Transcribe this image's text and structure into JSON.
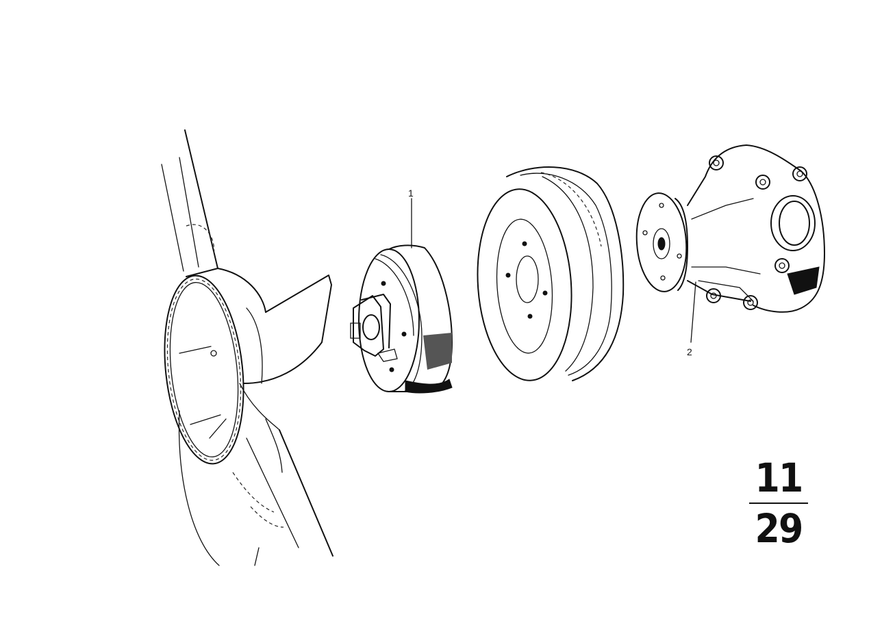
{
  "diagram": {
    "callouts": [
      {
        "number": "1",
        "part": "viscous-fan-clutch"
      },
      {
        "number": "2",
        "part": "water-pump"
      }
    ],
    "page_reference": {
      "group": "11",
      "page": "29"
    }
  }
}
